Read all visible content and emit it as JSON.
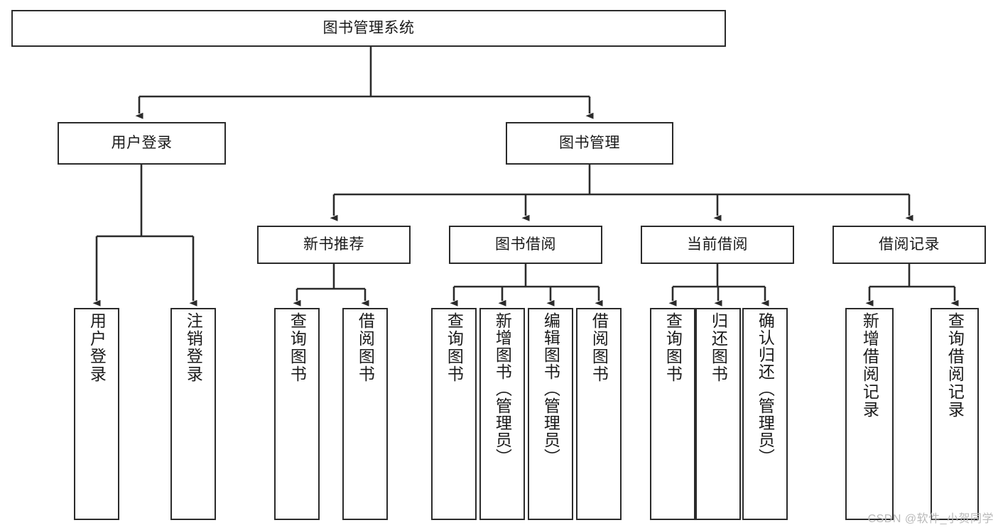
{
  "diagram": {
    "title_node": {
      "label": "图书管理系统"
    },
    "level1": [
      {
        "id": "user-login",
        "label": "用户登录"
      },
      {
        "id": "book-management",
        "label": "图书管理"
      }
    ],
    "level2": [
      {
        "id": "new-book-recommend",
        "label": "新书推荐"
      },
      {
        "id": "book-borrow",
        "label": "图书借阅"
      },
      {
        "id": "current-borrow",
        "label": "当前借阅"
      },
      {
        "id": "borrow-record",
        "label": "借阅记录"
      }
    ],
    "leaves": {
      "user_login": [
        {
          "id": "leaf-user-login",
          "label": "用户登录"
        },
        {
          "id": "leaf-logout-login",
          "label": "注销登录"
        }
      ],
      "new_book_recommend": [
        {
          "id": "leaf-query-book-1",
          "label": "查询图书"
        },
        {
          "id": "leaf-borrow-book-1",
          "label": "借阅图书"
        }
      ],
      "book_borrow": [
        {
          "id": "leaf-query-book-2",
          "label": "查询图书"
        },
        {
          "id": "leaf-add-book",
          "label": "新增图书（管理员）"
        },
        {
          "id": "leaf-edit-book",
          "label": "编辑图书（管理员）"
        },
        {
          "id": "leaf-borrow-book-2",
          "label": "借阅图书"
        }
      ],
      "current_borrow": [
        {
          "id": "leaf-query-book-3",
          "label": "查询图书"
        },
        {
          "id": "leaf-return-book",
          "label": "归还图书"
        },
        {
          "id": "leaf-confirm-return",
          "label": "确认归还（管理员）"
        }
      ],
      "borrow_record": [
        {
          "id": "leaf-add-record",
          "label": "新增借阅记录"
        },
        {
          "id": "leaf-query-record",
          "label": "查询借阅记录"
        }
      ]
    },
    "watermark": "CSDN @软件_小贺同学",
    "colors": {
      "stroke": "#2b2b2b",
      "fill": "#ffffff",
      "text": "#1a1a1a",
      "watermark": "#b9b9b9"
    }
  }
}
